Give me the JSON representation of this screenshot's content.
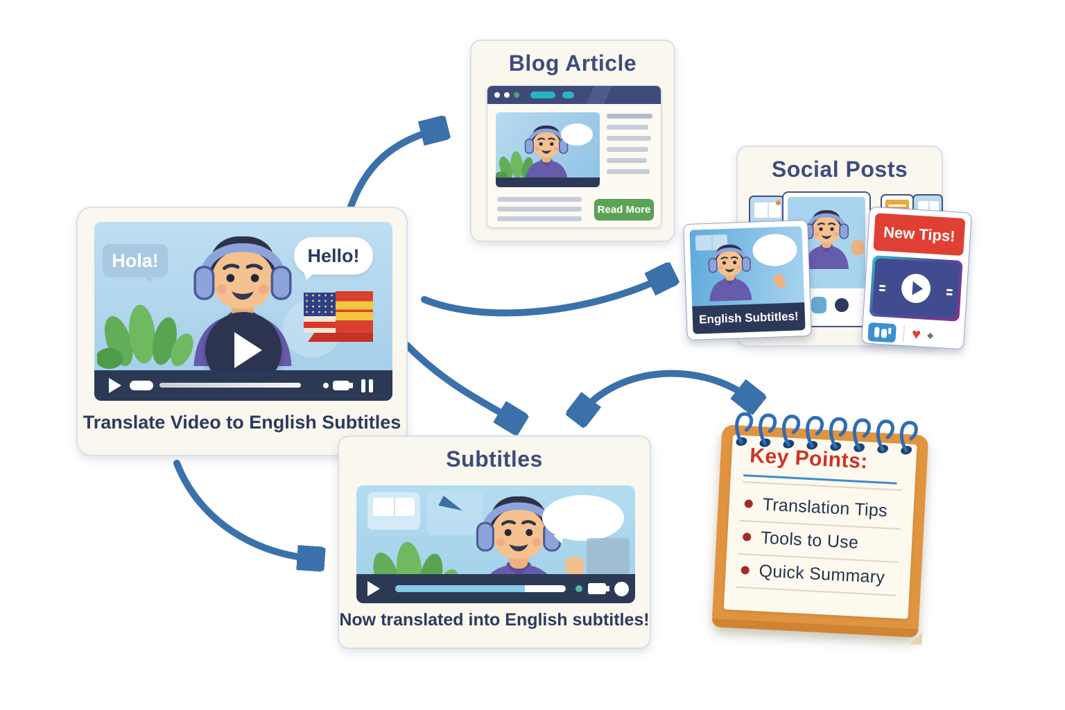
{
  "main_card": {
    "speech_left": "Hola!",
    "speech_right": "Hello!",
    "caption": "Translate Video to English Subtitles"
  },
  "blog_card": {
    "title": "Blog Article",
    "read_more": "Read More"
  },
  "social_card": {
    "title": "Social Posts",
    "post_caption": "English Subtitles!",
    "tips_banner": "New Tips!"
  },
  "subtitles_card": {
    "title": "Subtitles",
    "caption": "Now translated into English subtitles!"
  },
  "notepad": {
    "title": "Key Points:",
    "items": [
      "Translation Tips",
      "Tools to Use",
      "Quick Summary"
    ]
  },
  "icons": {
    "heart": "♥",
    "diamond": "◆"
  },
  "colors": {
    "arrow_blue": "#3a71aa",
    "heading_navy": "#3e4c7e",
    "caption_navy": "#2d3a5e",
    "player_navy": "#2c3955",
    "read_more_green": "#5ca455",
    "tips_red": "#e04034",
    "notepad_orange": "#e09440",
    "keypoints_red": "#cd3328",
    "spiral_blue": "#2f6db5"
  }
}
